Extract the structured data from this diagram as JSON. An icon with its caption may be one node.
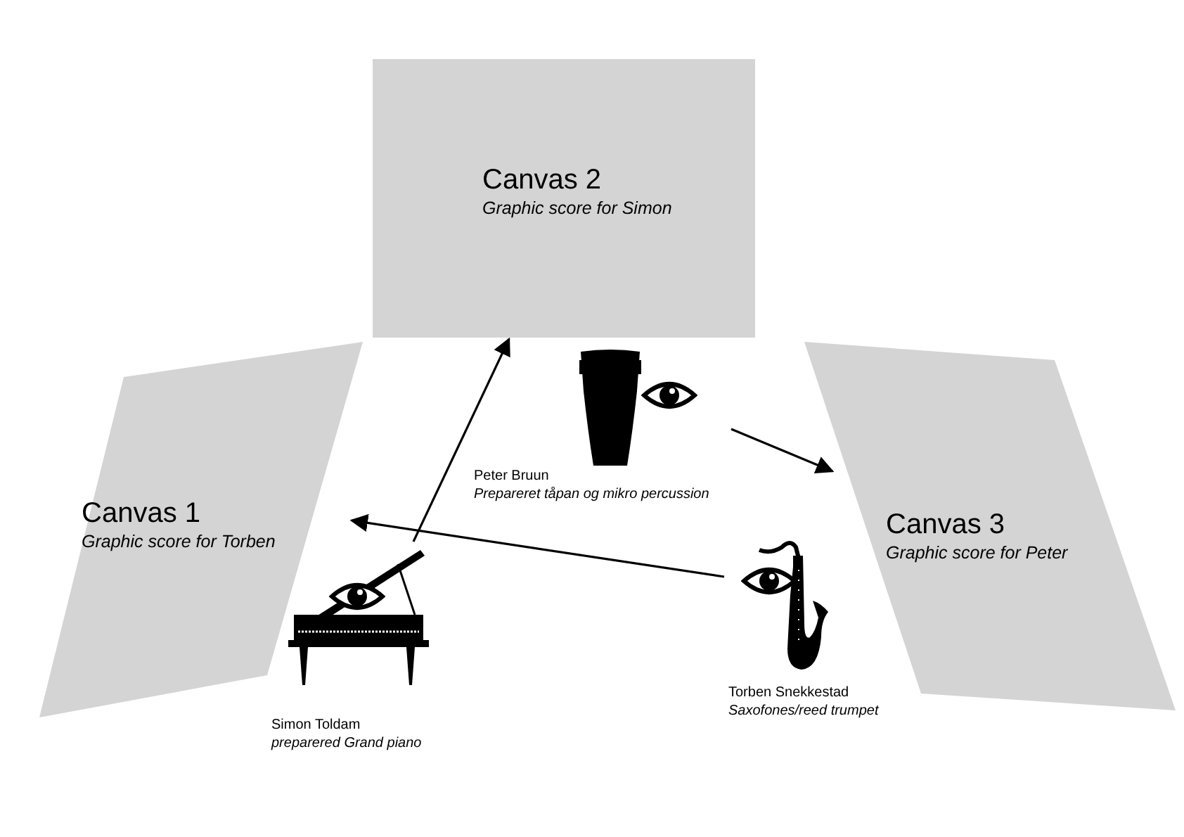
{
  "diagram": {
    "nodes": [
      {
        "text": [
          "Canvas 2",
          "Graphic score for Simon"
        ]
      },
      {
        "text": [
          "Canvas 1",
          "Graphic score for Torben"
        ]
      },
      {
        "text": [
          "Canvas 3",
          "Graphic score for Peter"
        ]
      },
      {
        "text": [
          "Peter Bruun",
          "Prepareret tåpan og mikro percussion"
        ]
      },
      {
        "text": [
          "Simon Toldam",
          "preparered Grand piano"
        ]
      },
      {
        "text": [
          "Torben Snekkestad",
          "Saxofones/reed trumpet"
        ]
      }
    ],
    "edges": [
      {
        "from": 4,
        "to": 0,
        "arrow": "to"
      },
      {
        "from": 3,
        "to": 2,
        "arrow": "to"
      },
      {
        "from": 5,
        "to": 1,
        "arrow": "to"
      }
    ]
  }
}
